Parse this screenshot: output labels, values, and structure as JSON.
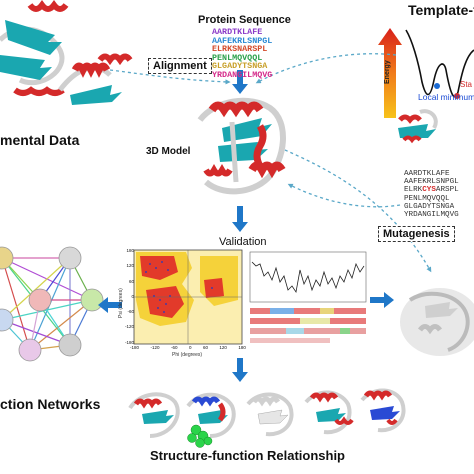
{
  "labels": {
    "experimental": "mental Data",
    "alignment": "Alignment",
    "protein_sequence": "Protein Sequence",
    "template": "Template-f",
    "energy": "Energy",
    "local_minimum": "Local minimum",
    "stable": "Sta",
    "model3d": "3D Model",
    "validation": "Validation",
    "mutagenesis": "Mutagenesis",
    "networks": "ction Networks",
    "sf_relationship": "Structure-function Relationship",
    "rama_ylabel": "Psi (degrees)",
    "rama_xlabel": "Phi (degrees)"
  },
  "sequence_lines": [
    "AARDTKLAFE",
    "AAFEKRLSNPGL",
    "ELRKSNARSPL",
    "PENLMQVQQL",
    "GLGADYTSNGA",
    "YRDANGILMQVG"
  ],
  "mutant_sequence": {
    "line1": "AARDTKLAFE",
    "line2": "AAFEKRLSNPGL",
    "line3_pre": "ELRK",
    "line3_mut": "CYS",
    "line3_post": "ARSPL",
    "line4": "PENLMQVQQL",
    "line5": "GLGADYTSNGA",
    "line6": "YRDANGILMQVG"
  },
  "rama": {
    "y_ticks": [
      "180",
      "120",
      "60",
      "0",
      "-60",
      "-120",
      "-180"
    ],
    "x_ticks": [
      "-180",
      "-120",
      "-60",
      "0",
      "60",
      "120",
      "180"
    ]
  },
  "colors": {
    "arrow_blue": "#1f77c8",
    "dash_teal": "#5aa8c8",
    "helix_red": "#d42a2a",
    "strand_cyan": "#1aa7b0",
    "coil_grey": "#c8c8c8",
    "rama_red": "#e23a2a",
    "rama_yellow": "#f5d23a",
    "rama_pale": "#fbeeb0"
  }
}
